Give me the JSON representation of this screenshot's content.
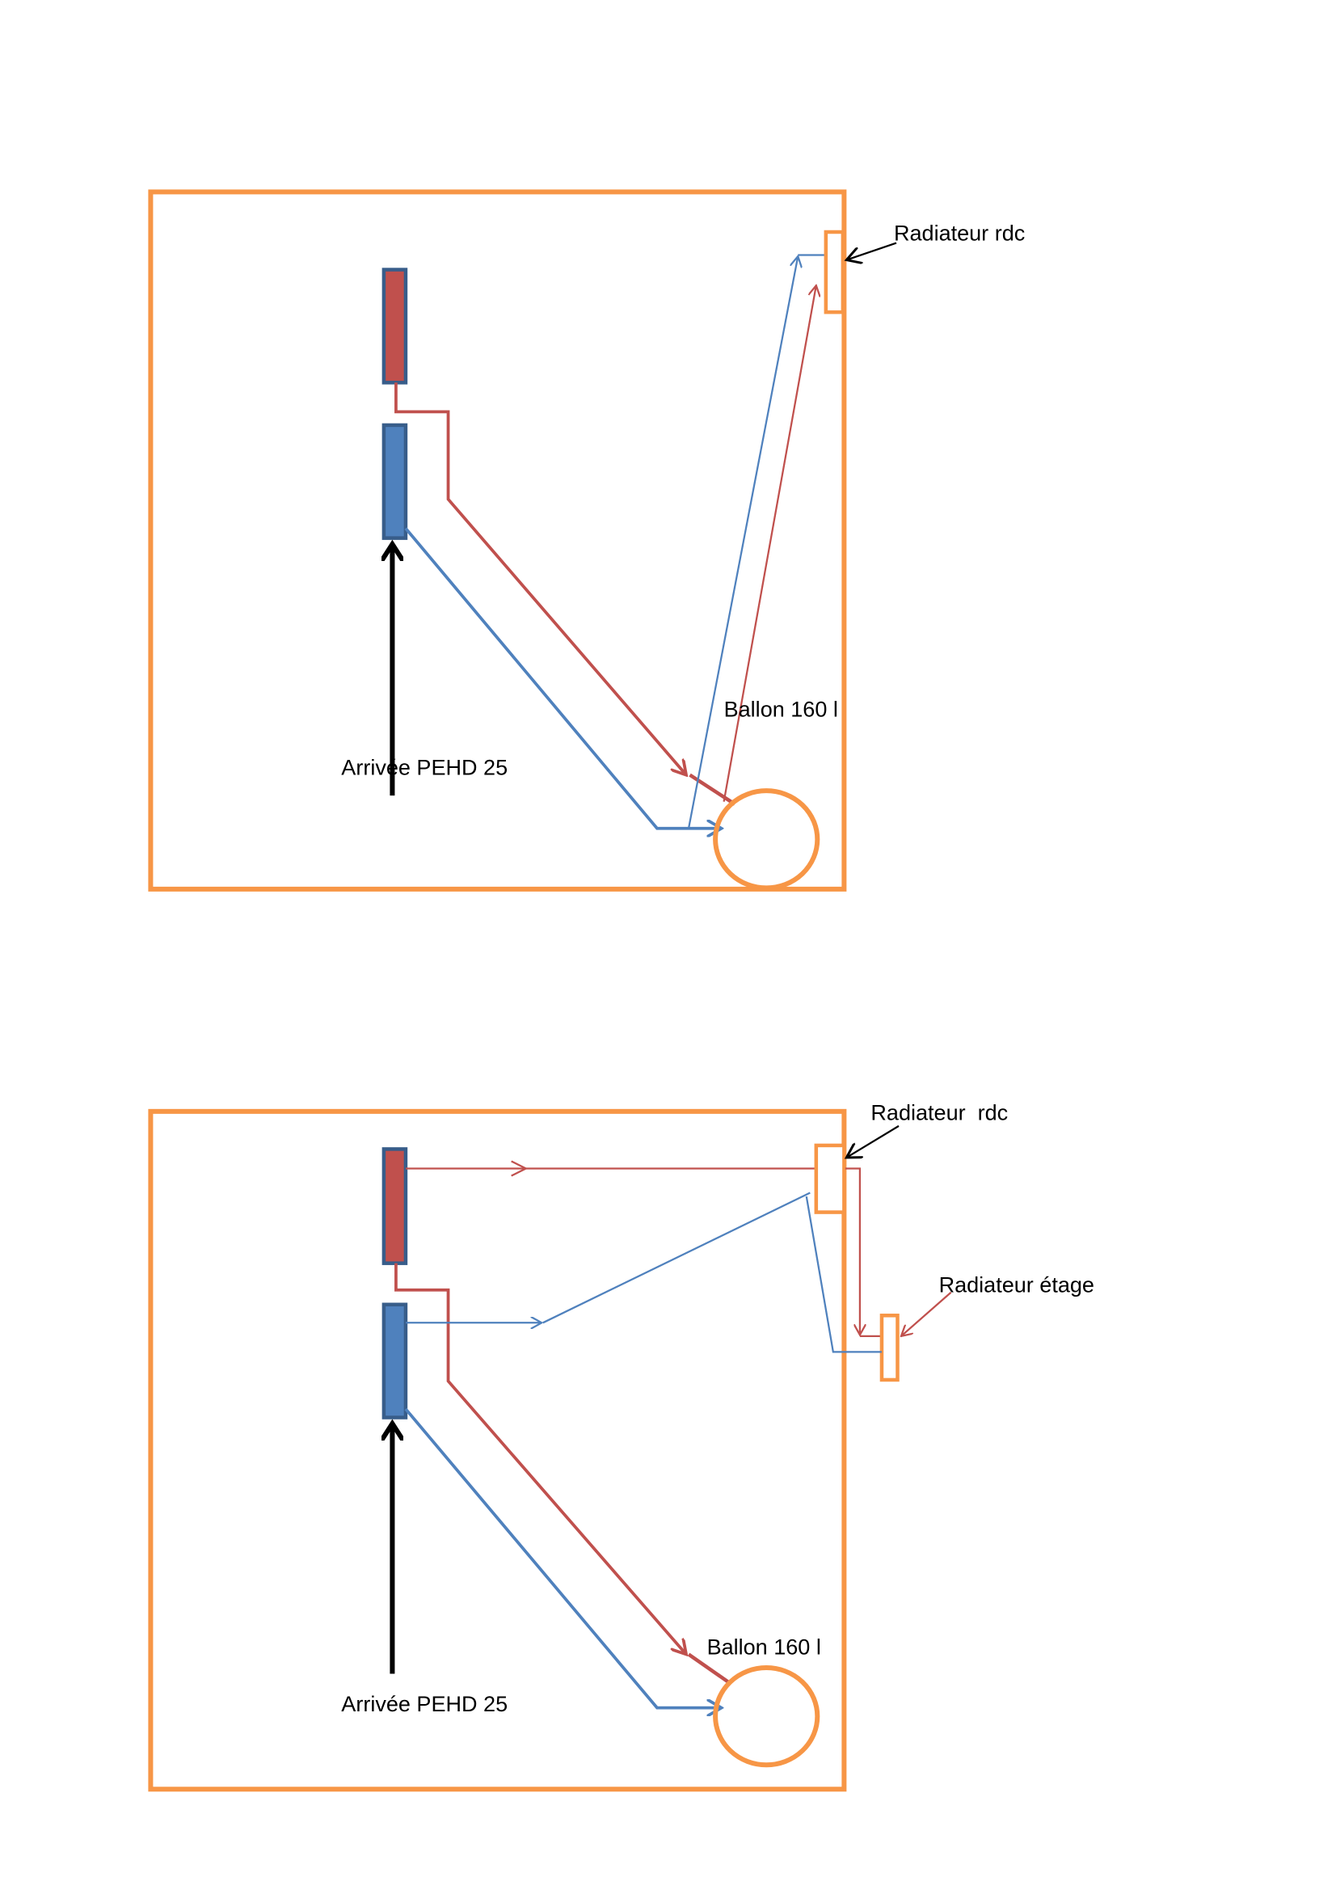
{
  "colors": {
    "frame": "#f79646",
    "hot": "#c0504d",
    "cold": "#4f81bd",
    "tank_border": "#385d8a",
    "arrow": "#000000"
  },
  "diagram_top": {
    "radiator_rdc_label": "Radiateur rdc",
    "tank_label": "Ballon 160 l",
    "inlet_label": "Arrivée PEHD 25"
  },
  "diagram_bottom": {
    "radiator_rdc_label": "Radiateur  rdc",
    "radiator_floor_label": "Radiateur étage",
    "tank_label": "Ballon 160 l",
    "inlet_label": "Arrivée PEHD 25"
  }
}
